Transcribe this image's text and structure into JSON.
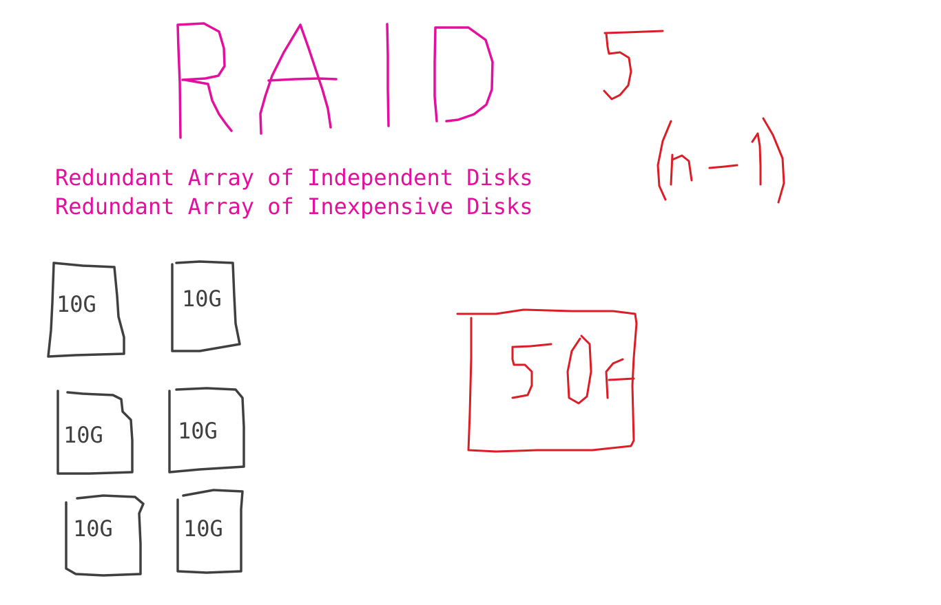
{
  "title": {
    "word": "RAID",
    "letters": [
      "R",
      "A",
      "I",
      "D"
    ]
  },
  "level": {
    "number": "5",
    "formula": "(n-1)"
  },
  "acronym_lines": [
    "Redundant Array of Independent Disks",
    "Redundant Array of Inexpensive Disks"
  ],
  "disks": [
    {
      "label": "10G"
    },
    {
      "label": "10G"
    },
    {
      "label": "10G"
    },
    {
      "label": "10G"
    },
    {
      "label": "10G"
    },
    {
      "label": "10G"
    }
  ],
  "array_volume": {
    "label": "50G"
  },
  "colors": {
    "heading_ink": "#e3109f",
    "annotation_ink": "#dd1d26",
    "disk_ink": "#404040",
    "background": "#ffffff"
  }
}
